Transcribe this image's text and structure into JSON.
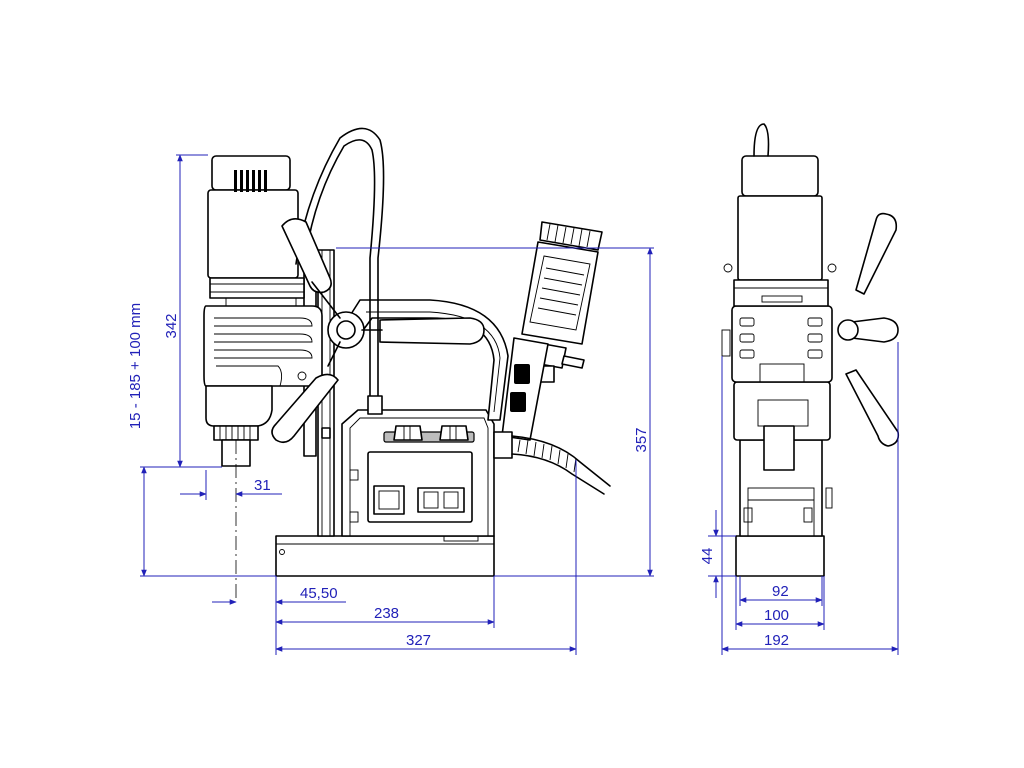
{
  "colors": {
    "dimension": "#2121b8",
    "outline": "#000000",
    "background": "#ffffff"
  },
  "dimensions": {
    "overall_height": "342",
    "stroke_range": "15 - 185 + 100 mm",
    "spindle_offset": "31",
    "table_height": "357",
    "base_offset": "45,50",
    "base_length": "238",
    "overall_depth": "327",
    "base_height": "44",
    "magnet_width_inner": "92",
    "magnet_width": "100",
    "overall_width": "192"
  }
}
